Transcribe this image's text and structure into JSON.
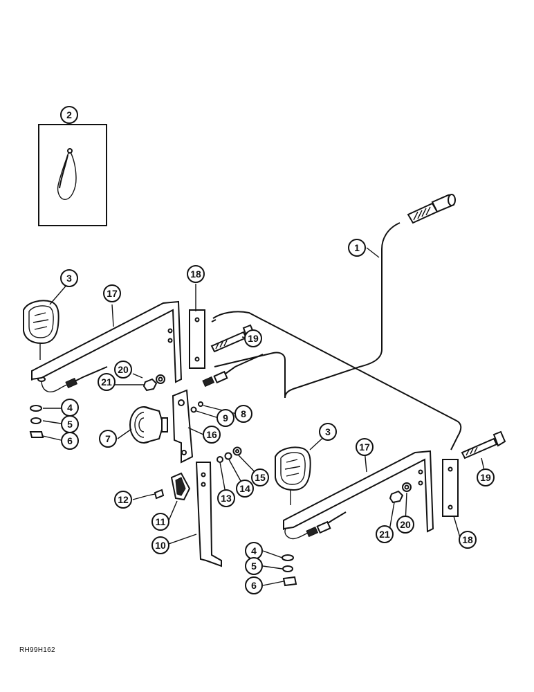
{
  "drawing_code": "RH99H162",
  "callouts": [
    "2",
    "1",
    "3",
    "17",
    "18",
    "19",
    "20",
    "21",
    "4",
    "5",
    "6",
    "7",
    "16",
    "9",
    "8",
    "3",
    "17",
    "15",
    "14",
    "13",
    "12",
    "11",
    "10",
    "21",
    "20",
    "18",
    "19",
    "4",
    "5",
    "6"
  ]
}
